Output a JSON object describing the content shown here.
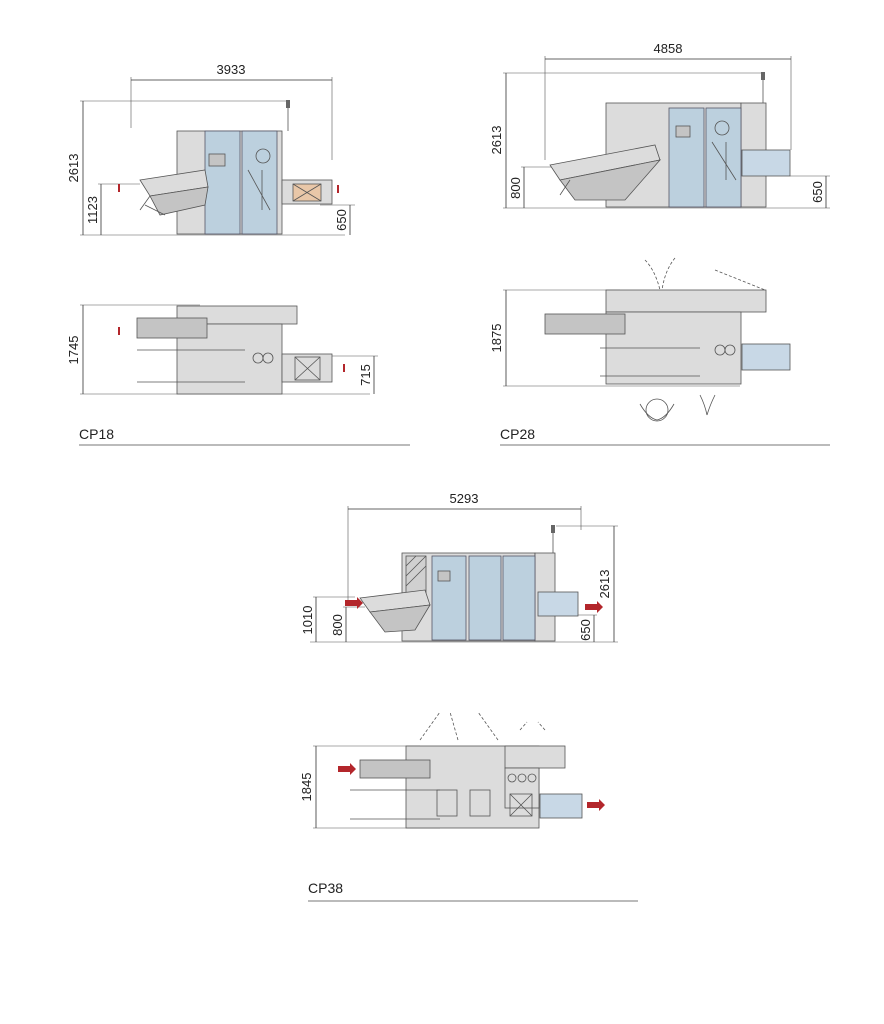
{
  "machines": [
    {
      "name": "CP18",
      "side_dims": {
        "length": "3933",
        "height": "2613",
        "infeed_height": "1123",
        "outfeed_height": "650"
      },
      "top_dims": {
        "width": "1745",
        "outfeed_width": "715"
      }
    },
    {
      "name": "CP28",
      "side_dims": {
        "length": "4858",
        "height": "2613",
        "infeed_height": "800",
        "outfeed_height": "650"
      },
      "top_dims": {
        "width": "1875"
      }
    },
    {
      "name": "CP38",
      "side_dims": {
        "length": "5293",
        "height": "2613",
        "infeed_height_max": "1010",
        "infeed_height": "800",
        "outfeed_height": "650"
      },
      "top_dims": {
        "width": "1845"
      }
    }
  ],
  "colors": {
    "machine_body": "#dcdcdc",
    "guard_panel": "#bcd0de",
    "flow_arrow": "#b3262b",
    "outline": "#555555"
  }
}
